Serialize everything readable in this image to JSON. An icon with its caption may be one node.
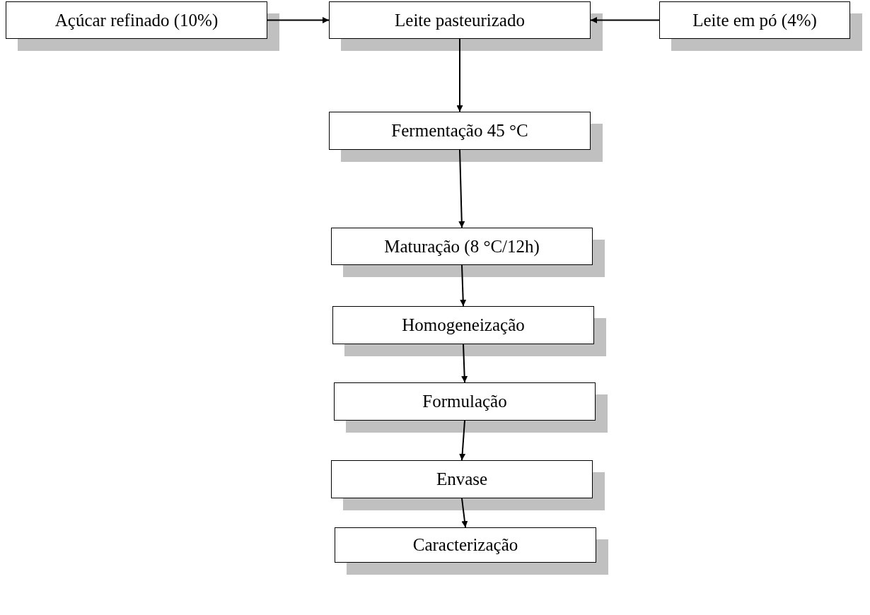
{
  "diagram": {
    "nodes": [
      {
        "text": [
          "Açúcar refinado (10%)"
        ]
      },
      {
        "text": [
          "Leite pasteurizado"
        ]
      },
      {
        "text": [
          "Leite em pó (4%)"
        ]
      },
      {
        "text": [
          "Fermentação 45 °C"
        ]
      },
      {
        "text": [
          "Maturação (8 °C/12h)"
        ]
      },
      {
        "text": [
          "Homogeneização"
        ]
      },
      {
        "text": [
          "Formulação"
        ]
      },
      {
        "text": [
          "Envase"
        ]
      },
      {
        "text": [
          "Caracterização"
        ]
      }
    ],
    "edges": [
      {
        "from": 0,
        "to": 1,
        "arrow": "to"
      },
      {
        "from": 2,
        "to": 1,
        "arrow": "to"
      },
      {
        "from": 1,
        "to": 3,
        "arrow": "to"
      },
      {
        "from": 3,
        "to": 4,
        "arrow": "to"
      },
      {
        "from": 4,
        "to": 5,
        "arrow": "to"
      },
      {
        "from": 5,
        "to": 6,
        "arrow": "to"
      },
      {
        "from": 6,
        "to": 7,
        "arrow": "to"
      },
      {
        "from": 7,
        "to": 8,
        "arrow": "to"
      }
    ]
  }
}
